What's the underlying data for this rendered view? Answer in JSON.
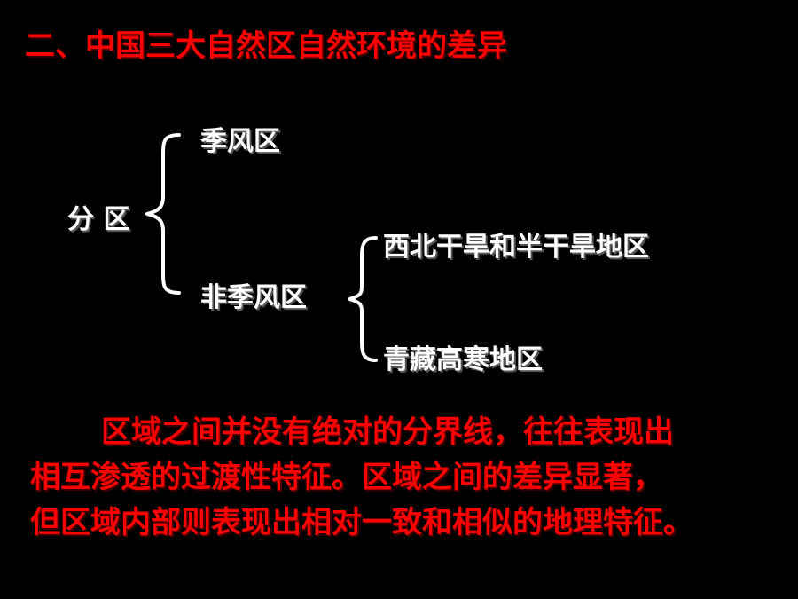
{
  "title": "二、中国三大自然区自然环境的差异",
  "diagram": {
    "root": "分 区",
    "level1": {
      "monsoon": "季风区",
      "non_monsoon": "非季风区"
    },
    "level2": {
      "northwest": "西北干旱和半干旱地区",
      "qinghai_tibet": "青藏高寒地区"
    }
  },
  "paragraph": {
    "line1": "区域之间并没有绝对的分界线，往往表现出",
    "line2": "相互渗透的过渡性特征。区域之间的差异显著，",
    "line3": "但区域内部则表现出相对一致和相似的地理特征。"
  },
  "colors": {
    "background": "#000000",
    "accent_text": "#ff0000",
    "diagram_text": "#ffffff"
  }
}
